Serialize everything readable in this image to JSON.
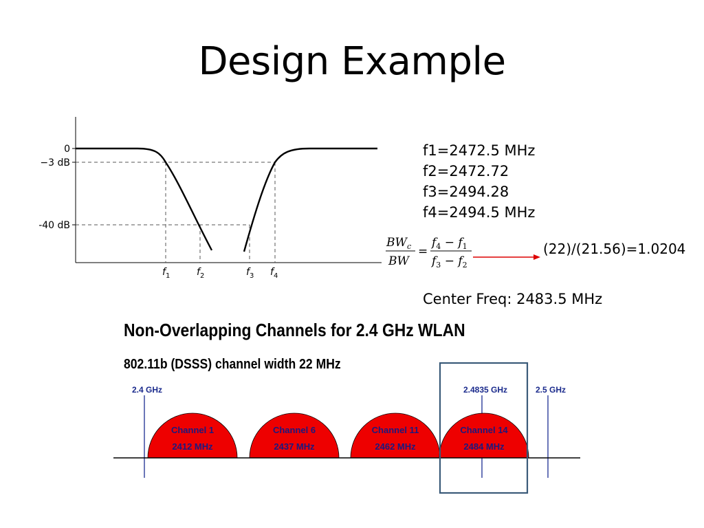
{
  "slide": {
    "title": "Design Example"
  },
  "filter_plot": {
    "y_tick_labels": [
      "0",
      "−3 dB",
      "-40 dB"
    ],
    "x_tick_labels": [
      {
        "base": "f",
        "sub": "1"
      },
      {
        "base": "f",
        "sub": "2"
      },
      {
        "base": "f",
        "sub": "3"
      },
      {
        "base": "f",
        "sub": "4"
      }
    ]
  },
  "frequencies": [
    "f1=2472.5 MHz",
    "f2=2472.72",
    "f3=2494.28",
    "f4=2494.5 MHz"
  ],
  "formula": {
    "lhs_num": "BW",
    "lhs_num_sub": "c",
    "lhs_den": "BW",
    "equals": "=",
    "rhs_num_a": "f",
    "rhs_num_a_sub": "4",
    "rhs_num_op": " − ",
    "rhs_num_b": "f",
    "rhs_num_b_sub": "1",
    "rhs_den_a": "f",
    "rhs_den_a_sub": "3",
    "rhs_den_op": " − ",
    "rhs_den_b": "f",
    "rhs_den_b_sub": "2"
  },
  "result": "(22)/(21.56)=1.0204",
  "center_freq": "Center Freq: 2483.5 MHz",
  "wlan": {
    "title": "Non-Overlapping Channels for 2.4 GHz WLAN",
    "subtitle": "802.11b (DSSS) channel width 22 MHz",
    "markers": [
      "2.4 GHz",
      "2.4835 GHz",
      "2.5 GHz"
    ],
    "channels": [
      {
        "name": "Channel 1",
        "freq": "2412 MHz"
      },
      {
        "name": "Channel 6",
        "freq": "2437 MHz"
      },
      {
        "name": "Channel 11",
        "freq": "2462 MHz"
      },
      {
        "name": "Channel 14",
        "freq": "2484 MHz"
      }
    ]
  },
  "colors": {
    "channel_fill": "#ee0000",
    "channel_text": "#1a1a80",
    "marker_text": "#1a2a8c",
    "marker_line": "#2a3a9a",
    "highlight_box": "#3a5a78",
    "arrow": "#dd0000"
  }
}
